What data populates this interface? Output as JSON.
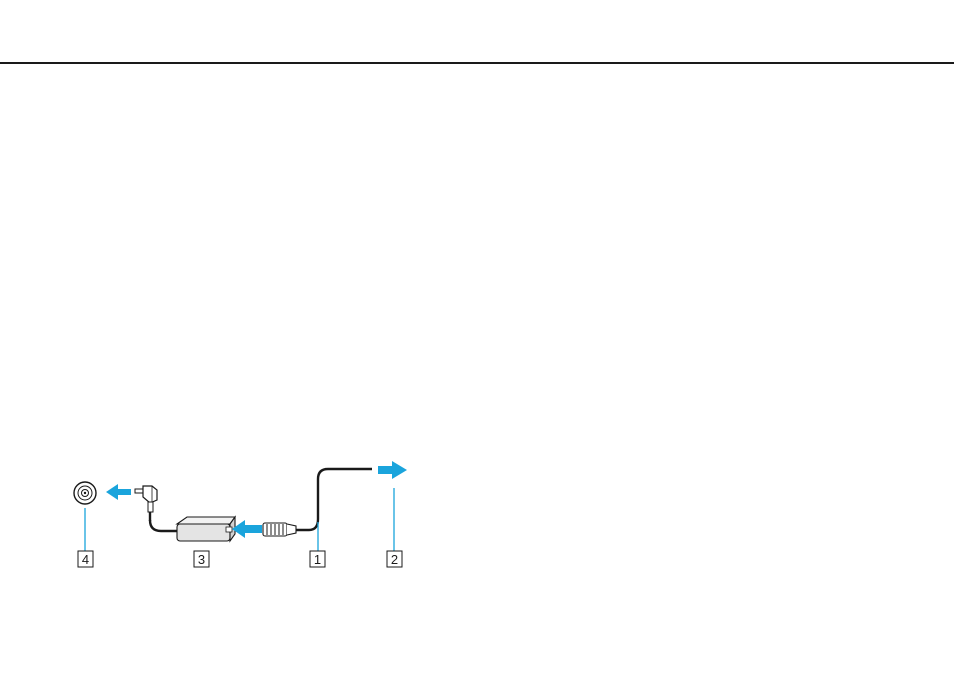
{
  "diagram": {
    "callouts": [
      {
        "id": "1",
        "label": "1"
      },
      {
        "id": "2",
        "label": "2"
      },
      {
        "id": "3",
        "label": "3"
      },
      {
        "id": "4",
        "label": "4"
      }
    ],
    "colors": {
      "arrow": "#1aa4dc",
      "line": "#1a1a1a",
      "adapter_fill": "#e4e4e4"
    }
  }
}
